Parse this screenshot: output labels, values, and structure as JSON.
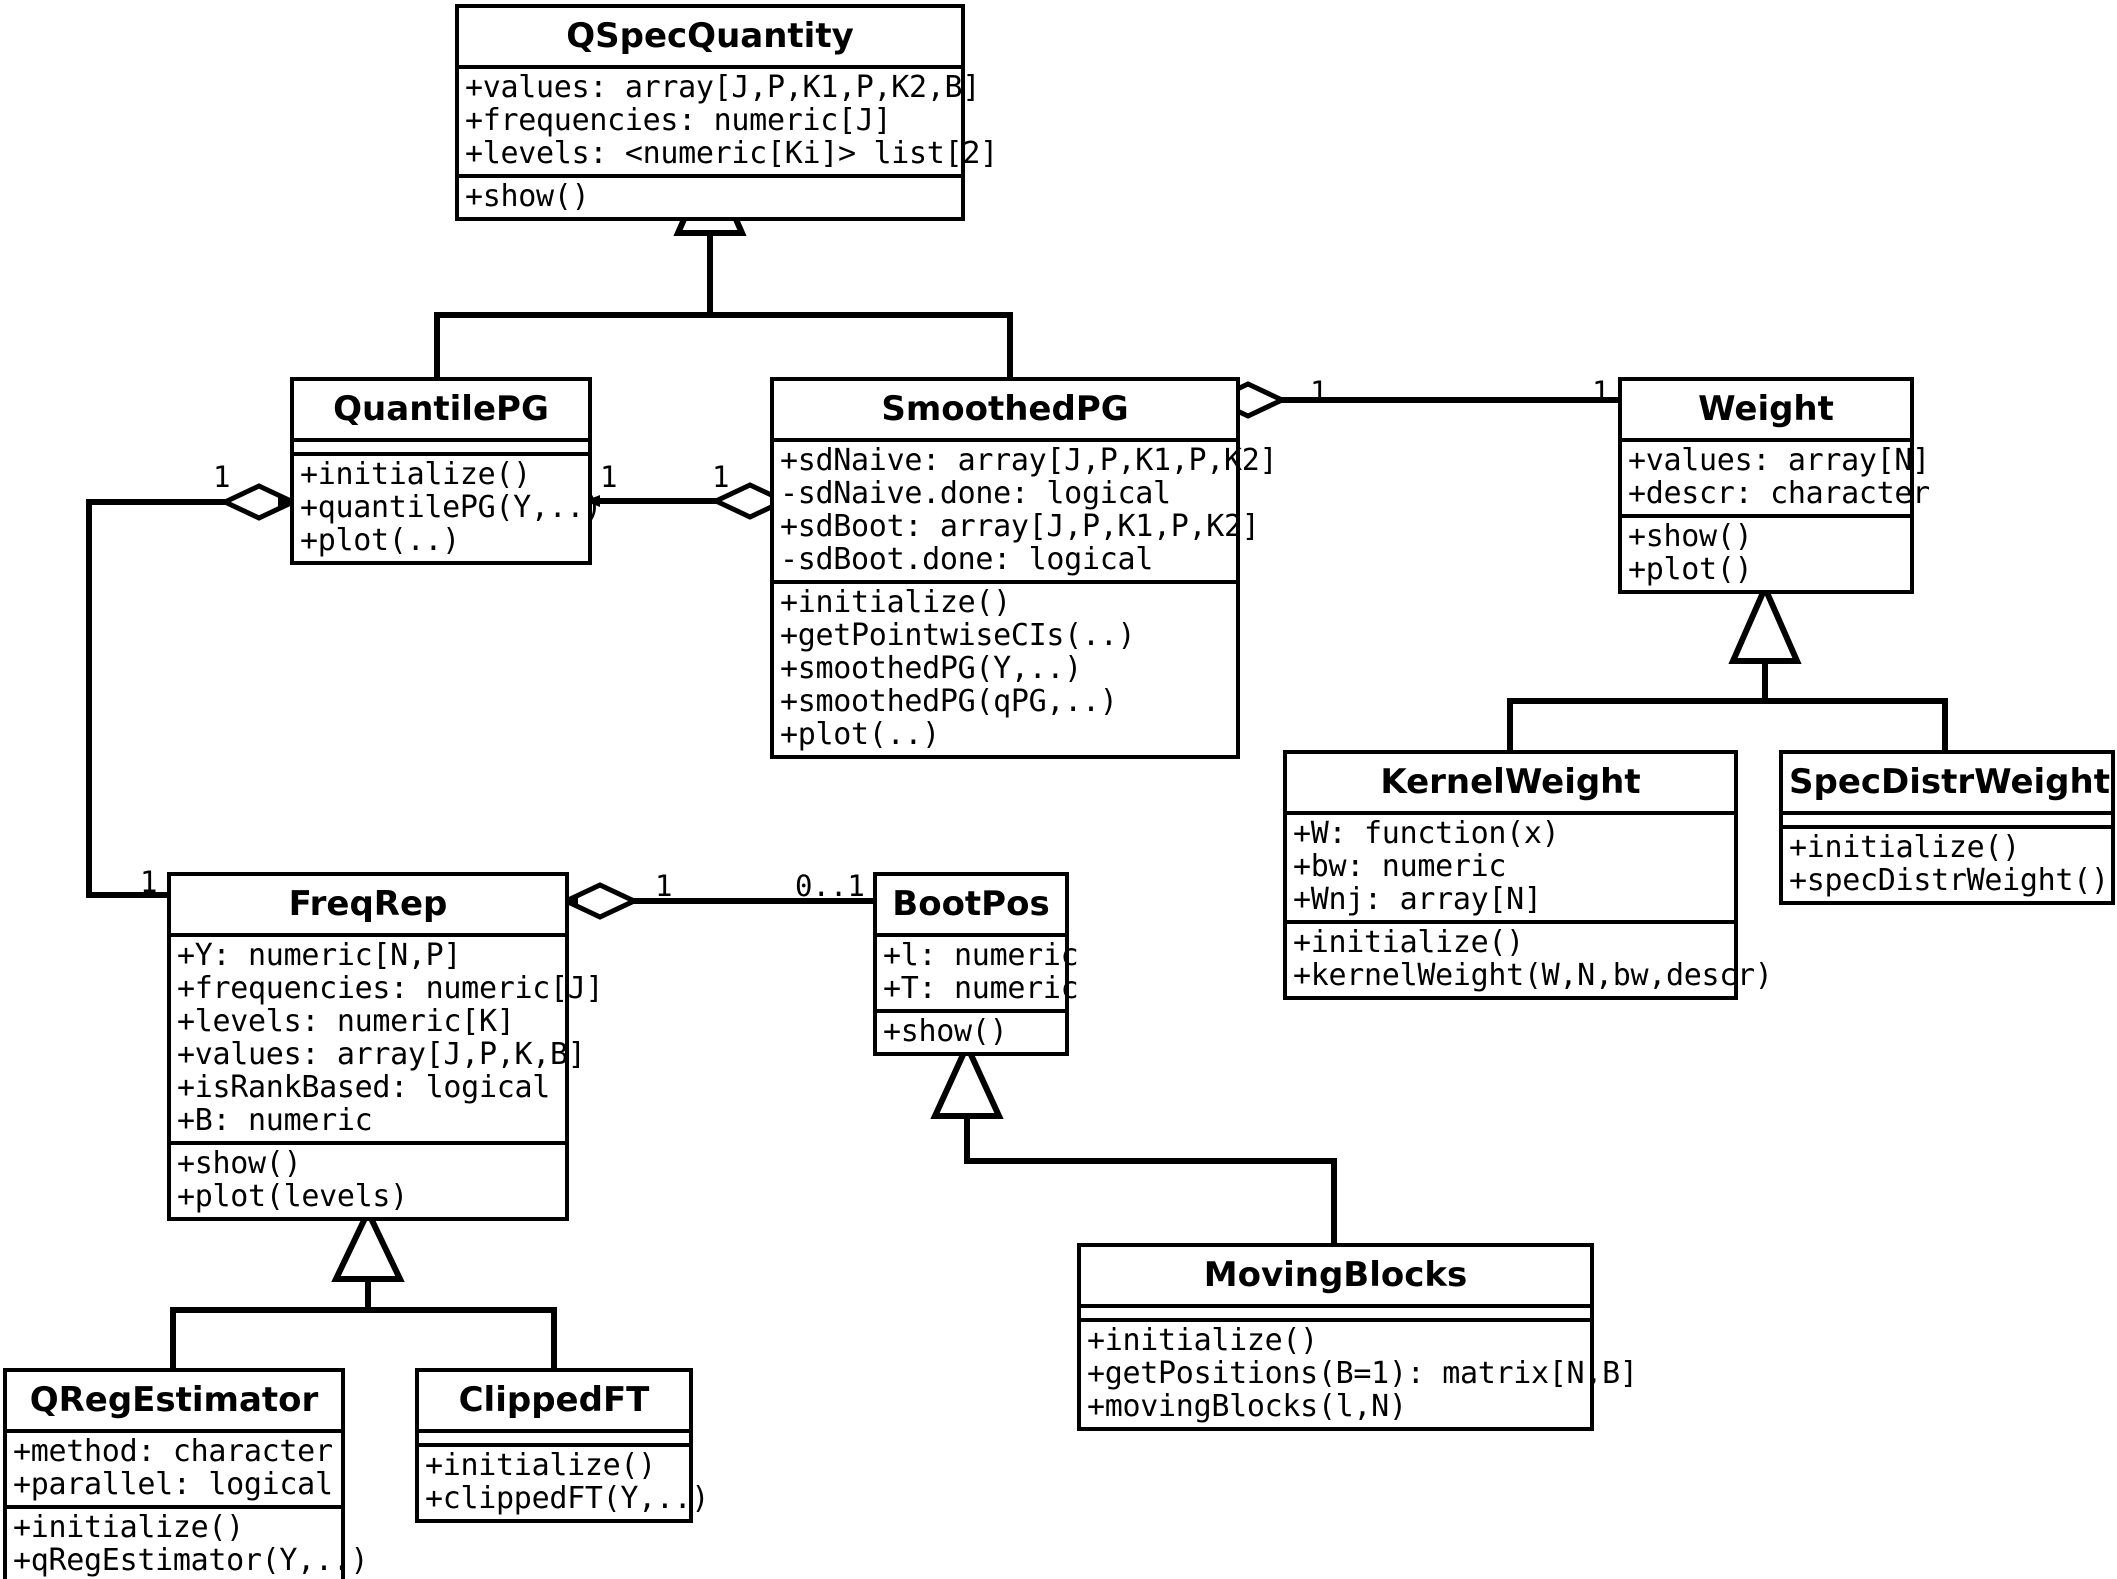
{
  "diagram": {
    "title": "UML class diagram",
    "stroke_color": "#000000",
    "background_color": "#ffffff"
  },
  "classes": [
    {
      "id": "qspecquantity",
      "name": "QSpecQuantity",
      "attributes": [
        "+values: array[J,P,K1,P,K2,B]",
        "+frequencies: numeric[J]",
        "+levels: <numeric[Ki]> list[2]"
      ],
      "operations": [
        "+show()"
      ]
    },
    {
      "id": "quantilepg",
      "name": "QuantilePG",
      "attributes": [],
      "operations": [
        "+initialize()",
        "+quantilePG(Y,..)",
        "+plot(..)"
      ]
    },
    {
      "id": "smoothedpg",
      "name": "SmoothedPG",
      "attributes": [
        "+sdNaive: array[J,P,K1,P,K2]",
        "-sdNaive.done: logical",
        "+sdBoot: array[J,P,K1,P,K2]",
        "-sdBoot.done: logical"
      ],
      "operations": [
        "+initialize()",
        "+getPointwiseCIs(..)",
        "+smoothedPG(Y,..)",
        "+smoothedPG(qPG,..)",
        "+plot(..)"
      ]
    },
    {
      "id": "weight",
      "name": "Weight",
      "attributes": [
        "+values: array[N]",
        "+descr: character"
      ],
      "operations": [
        "+show()",
        "+plot()"
      ]
    },
    {
      "id": "kernelweight",
      "name": "KernelWeight",
      "attributes": [
        "+W: function(x)",
        "+bw: numeric",
        "+Wnj: array[N]"
      ],
      "operations": [
        "+initialize()",
        "+kernelWeight(W,N,bw,descr)"
      ]
    },
    {
      "id": "specdistrweight",
      "name": "SpecDistrWeight",
      "attributes": [],
      "operations": [
        "+initialize()",
        "+specDistrWeight()"
      ]
    },
    {
      "id": "freqrep",
      "name": "FreqRep",
      "attributes": [
        "+Y: numeric[N,P]",
        "+frequencies: numeric[J]",
        "+levels: numeric[K]",
        "+values: array[J,P,K,B]",
        "+isRankBased: logical",
        "+B: numeric"
      ],
      "operations": [
        "+show()",
        "+plot(levels)"
      ]
    },
    {
      "id": "bootpos",
      "name": "BootPos",
      "attributes": [
        "+l: numeric",
        "+T: numeric"
      ],
      "operations": [
        "+show()"
      ]
    },
    {
      "id": "movingblocks",
      "name": "MovingBlocks",
      "attributes": [],
      "operations": [
        "+initialize()",
        "+getPositions(B=1): matrix[N,B]",
        "+movingBlocks(l,N)"
      ]
    },
    {
      "id": "qregestimator",
      "name": "QRegEstimator",
      "attributes": [
        "+method: character",
        "+parallel: logical"
      ],
      "operations": [
        "+initialize()",
        "+qRegEstimator(Y,..)"
      ]
    },
    {
      "id": "clippedft",
      "name": "ClippedFT",
      "attributes": [],
      "operations": [
        "+initialize()",
        "+clippedFT(Y,..)"
      ]
    }
  ],
  "multiplicities": [
    {
      "id": "m-quantilepg-smoothedpg-src",
      "label": "1"
    },
    {
      "id": "m-quantilepg-smoothedpg-dst",
      "label": "1"
    },
    {
      "id": "m-smoothedpg-weight-src",
      "label": "1"
    },
    {
      "id": "m-smoothedpg-weight-dst",
      "label": "1"
    },
    {
      "id": "m-quantilepg-freqrep-src",
      "label": "1"
    },
    {
      "id": "m-quantilepg-freqrep-dst",
      "label": "1"
    },
    {
      "id": "m-freqrep-bootpos-src",
      "label": "1"
    },
    {
      "id": "m-freqrep-bootpos-dst",
      "label": "0..1"
    }
  ],
  "relationships": [
    {
      "id": "gen-quantilepg-qspecquantity",
      "type": "generalization",
      "from": "QuantilePG",
      "to": "QSpecQuantity"
    },
    {
      "id": "gen-smoothedpg-qspecquantity",
      "type": "generalization",
      "from": "SmoothedPG",
      "to": "QSpecQuantity"
    },
    {
      "id": "gen-kernelweight-weight",
      "type": "generalization",
      "from": "KernelWeight",
      "to": "Weight"
    },
    {
      "id": "gen-specdistrweight-weight",
      "type": "generalization",
      "from": "SpecDistrWeight",
      "to": "Weight"
    },
    {
      "id": "gen-qregestimator-freqrep",
      "type": "generalization",
      "from": "QRegEstimator",
      "to": "FreqRep"
    },
    {
      "id": "gen-clippedft-freqrep",
      "type": "generalization",
      "from": "ClippedFT",
      "to": "FreqRep"
    },
    {
      "id": "gen-movingblocks-bootpos",
      "type": "generalization",
      "from": "MovingBlocks",
      "to": "BootPos"
    },
    {
      "id": "agg-smoothedpg-quantilepg",
      "type": "aggregation",
      "from": "SmoothedPG",
      "to": "QuantilePG"
    },
    {
      "id": "agg-smoothedpg-weight",
      "type": "aggregation",
      "from": "SmoothedPG",
      "to": "Weight"
    },
    {
      "id": "agg-quantilepg-freqrep",
      "type": "aggregation",
      "from": "QuantilePG",
      "to": "FreqRep"
    },
    {
      "id": "agg-freqrep-bootpos",
      "type": "aggregation",
      "from": "FreqRep",
      "to": "BootPos"
    }
  ]
}
